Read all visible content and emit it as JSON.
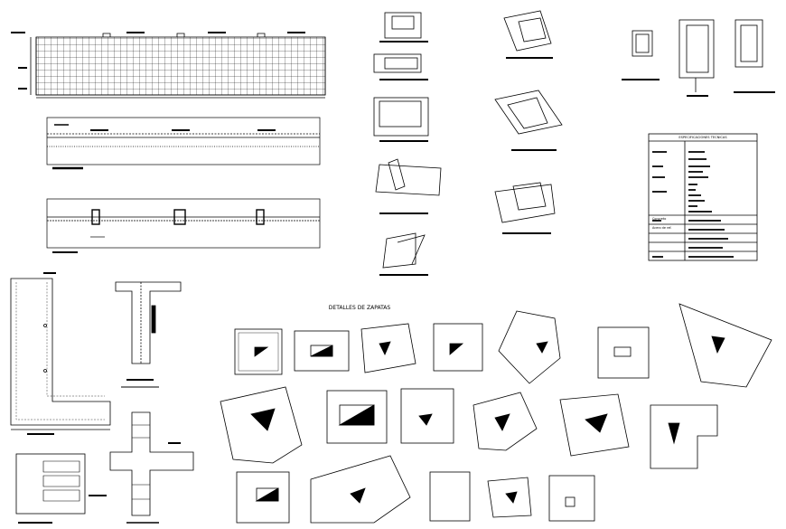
{
  "drawing": {
    "title_zapatas": "DETALLES DE ZAPATAS",
    "spec_table": {
      "title": "ESPECIFICACIONES TECNICAS",
      "label_concreto": "Concreto",
      "label_acero": "Acero de ref."
    }
  },
  "colors": {
    "ink": "#000000",
    "paper": "#ffffff"
  }
}
